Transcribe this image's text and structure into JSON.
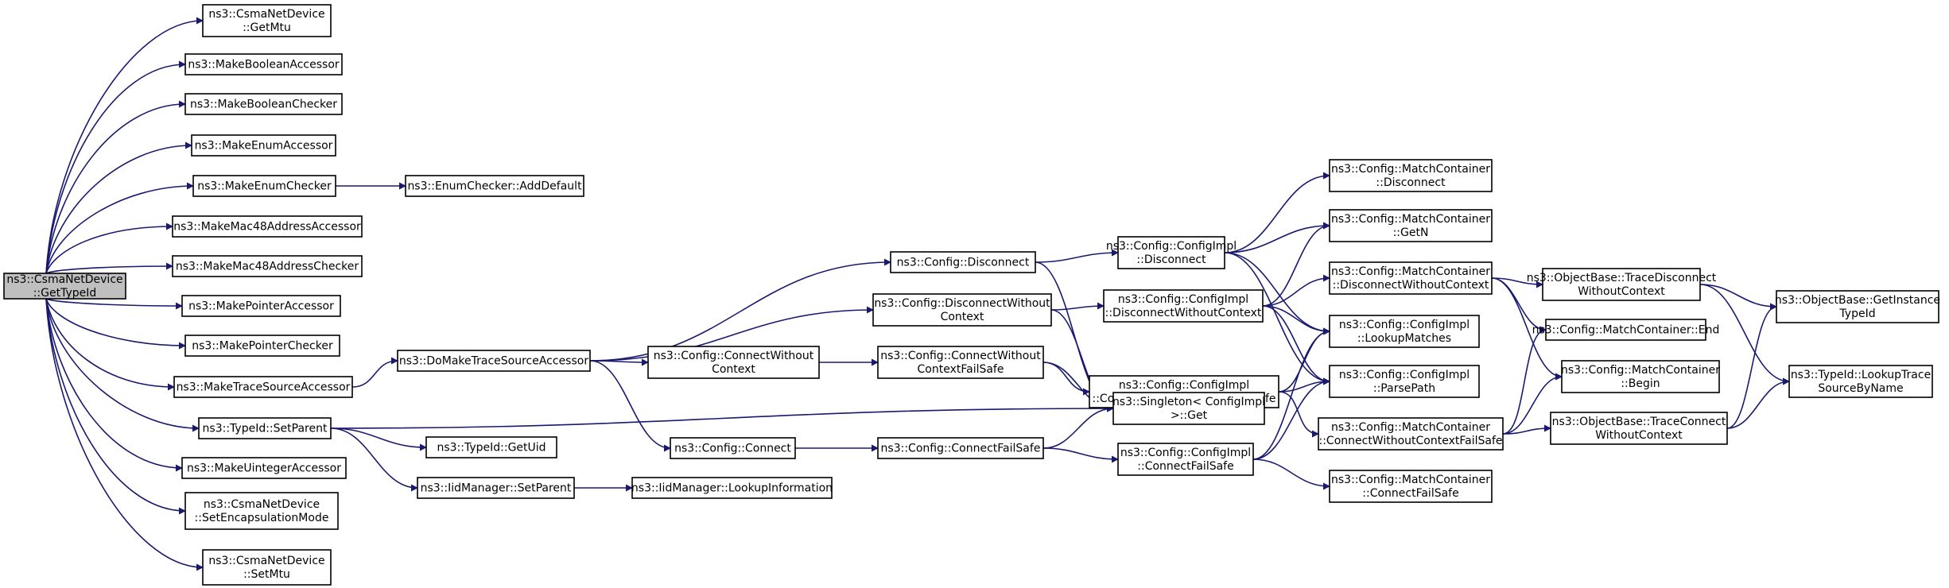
{
  "colors": {
    "edge": "#191970",
    "root_fill": "#bfbfbf",
    "node_fill": "#ffffff",
    "node_border": "#000000"
  },
  "nodes": [
    {
      "id": "getTypeId",
      "lines": [
        "ns3::CsmaNetDevice",
        "::GetTypeId"
      ],
      "root": true
    },
    {
      "id": "getMtu",
      "lines": [
        "ns3::CsmaNetDevice",
        "::GetMtu"
      ]
    },
    {
      "id": "mkBoolAcc",
      "lines": [
        "ns3::MakeBooleanAccessor"
      ]
    },
    {
      "id": "mkBoolChk",
      "lines": [
        "ns3::MakeBooleanChecker"
      ]
    },
    {
      "id": "mkEnumAcc",
      "lines": [
        "ns3::MakeEnumAccessor"
      ]
    },
    {
      "id": "mkEnumChk",
      "lines": [
        "ns3::MakeEnumChecker"
      ]
    },
    {
      "id": "enumAddDef",
      "lines": [
        "ns3::EnumChecker::AddDefault"
      ]
    },
    {
      "id": "mkMacAcc",
      "lines": [
        "ns3::MakeMac48AddressAccessor"
      ]
    },
    {
      "id": "mkMacChk",
      "lines": [
        "ns3::MakeMac48AddressChecker"
      ]
    },
    {
      "id": "mkPtrAcc",
      "lines": [
        "ns3::MakePointerAccessor"
      ]
    },
    {
      "id": "mkPtrChk",
      "lines": [
        "ns3::MakePointerChecker"
      ]
    },
    {
      "id": "mkTraceAcc",
      "lines": [
        "ns3::MakeTraceSourceAccessor"
      ]
    },
    {
      "id": "doMakeTrace",
      "lines": [
        "ns3::DoMakeTraceSourceAccessor"
      ]
    },
    {
      "id": "setParent",
      "lines": [
        "ns3::TypeId::SetParent"
      ]
    },
    {
      "id": "getUid",
      "lines": [
        "ns3::TypeId::GetUid"
      ]
    },
    {
      "id": "iidSetParent",
      "lines": [
        "ns3::IidManager::SetParent"
      ]
    },
    {
      "id": "iidLookup",
      "lines": [
        "ns3::IidManager::LookupInformation"
      ]
    },
    {
      "id": "mkUintAcc",
      "lines": [
        "ns3::MakeUintegerAccessor"
      ]
    },
    {
      "id": "setEncap",
      "lines": [
        "ns3::CsmaNetDevice",
        "::SetEncapsulationMode"
      ]
    },
    {
      "id": "setMtu",
      "lines": [
        "ns3::CsmaNetDevice",
        "::SetMtu"
      ]
    },
    {
      "id": "cfgDisconnect",
      "lines": [
        "ns3::Config::Disconnect"
      ]
    },
    {
      "id": "cfgDisconnectWo",
      "lines": [
        "ns3::Config::DisconnectWithout",
        "Context"
      ]
    },
    {
      "id": "cfgConnectWo",
      "lines": [
        "ns3::Config::ConnectWithout",
        "Context"
      ]
    },
    {
      "id": "cfgConnect",
      "lines": [
        "ns3::Config::Connect"
      ]
    },
    {
      "id": "cfgConnectWoFs",
      "lines": [
        "ns3::Config::ConnectWithout",
        "ContextFailSafe"
      ]
    },
    {
      "id": "cfgConnectFs",
      "lines": [
        "ns3::Config::ConnectFailSafe"
      ]
    },
    {
      "id": "implDisconnect",
      "lines": [
        "ns3::Config::ConfigImpl",
        "::Disconnect"
      ]
    },
    {
      "id": "implDisconnectWo",
      "lines": [
        "ns3::Config::ConfigImpl",
        "::DisconnectWithoutContext"
      ]
    },
    {
      "id": "implConnectWoFs",
      "lines": [
        "ns3::Config::ConfigImpl",
        "::ConnectWithoutContextFailSafe"
      ]
    },
    {
      "id": "singletonGet",
      "lines": [
        "ns3::Singleton< ConfigImpl",
        " >::Get"
      ]
    },
    {
      "id": "implConnectFs",
      "lines": [
        "ns3::Config::ConfigImpl",
        "::ConnectFailSafe"
      ]
    },
    {
      "id": "mcDisconnect",
      "lines": [
        "ns3::Config::MatchContainer",
        "::Disconnect"
      ]
    },
    {
      "id": "mcGetN",
      "lines": [
        "ns3::Config::MatchContainer",
        "::GetN"
      ]
    },
    {
      "id": "mcDisconnectWo",
      "lines": [
        "ns3::Config::MatchContainer",
        "::DisconnectWithoutContext"
      ]
    },
    {
      "id": "implLookup",
      "lines": [
        "ns3::Config::ConfigImpl",
        "::LookupMatches"
      ]
    },
    {
      "id": "implParse",
      "lines": [
        "ns3::Config::ConfigImpl",
        "::ParsePath"
      ]
    },
    {
      "id": "mcConnectWoFs",
      "lines": [
        "ns3::Config::MatchContainer",
        "::ConnectWithoutContextFailSafe"
      ]
    },
    {
      "id": "mcConnectFs",
      "lines": [
        "ns3::Config::MatchContainer",
        "::ConnectFailSafe"
      ]
    },
    {
      "id": "obTraceDisWo",
      "lines": [
        "ns3::ObjectBase::TraceDisconnect",
        "WithoutContext"
      ]
    },
    {
      "id": "mcEnd",
      "lines": [
        "ns3::Config::MatchContainer::End"
      ]
    },
    {
      "id": "mcBegin",
      "lines": [
        "ns3::Config::MatchContainer",
        "::Begin"
      ]
    },
    {
      "id": "obTraceConWo",
      "lines": [
        "ns3::ObjectBase::TraceConnect",
        "WithoutContext"
      ]
    },
    {
      "id": "obGetInstance",
      "lines": [
        "ns3::ObjectBase::GetInstance",
        "TypeId"
      ]
    },
    {
      "id": "tidLookupTrace",
      "lines": [
        "ns3::TypeId::LookupTrace",
        "SourceByName"
      ]
    }
  ],
  "edges": [
    [
      "getTypeId",
      "getMtu"
    ],
    [
      "getTypeId",
      "mkBoolAcc"
    ],
    [
      "getTypeId",
      "mkBoolChk"
    ],
    [
      "getTypeId",
      "mkEnumAcc"
    ],
    [
      "getTypeId",
      "mkEnumChk"
    ],
    [
      "getTypeId",
      "mkMacAcc"
    ],
    [
      "getTypeId",
      "mkMacChk"
    ],
    [
      "getTypeId",
      "mkPtrAcc"
    ],
    [
      "getTypeId",
      "mkPtrChk"
    ],
    [
      "getTypeId",
      "mkTraceAcc"
    ],
    [
      "getTypeId",
      "setParent"
    ],
    [
      "getTypeId",
      "mkUintAcc"
    ],
    [
      "getTypeId",
      "setEncap"
    ],
    [
      "getTypeId",
      "setMtu"
    ],
    [
      "mkEnumChk",
      "enumAddDef"
    ],
    [
      "mkTraceAcc",
      "doMakeTrace"
    ],
    [
      "setParent",
      "getUid"
    ],
    [
      "setParent",
      "iidSetParent"
    ],
    [
      "setParent",
      "singletonGet"
    ],
    [
      "iidSetParent",
      "iidLookup"
    ],
    [
      "doMakeTrace",
      "cfgDisconnect"
    ],
    [
      "doMakeTrace",
      "cfgDisconnectWo"
    ],
    [
      "doMakeTrace",
      "cfgConnectWo"
    ],
    [
      "doMakeTrace",
      "cfgConnect"
    ],
    [
      "cfgDisconnect",
      "implDisconnect"
    ],
    [
      "cfgDisconnect",
      "singletonGet"
    ],
    [
      "cfgDisconnectWo",
      "implDisconnectWo"
    ],
    [
      "cfgDisconnectWo",
      "singletonGet"
    ],
    [
      "cfgConnectWo",
      "cfgConnectWoFs"
    ],
    [
      "cfgConnect",
      "cfgConnectFs"
    ],
    [
      "cfgConnectWoFs",
      "implConnectWoFs"
    ],
    [
      "cfgConnectWoFs",
      "singletonGet"
    ],
    [
      "cfgConnectFs",
      "singletonGet"
    ],
    [
      "cfgConnectFs",
      "implConnectFs"
    ],
    [
      "implDisconnect",
      "mcDisconnect"
    ],
    [
      "implDisconnect",
      "mcGetN"
    ],
    [
      "implDisconnect",
      "implLookup"
    ],
    [
      "implDisconnect",
      "implParse"
    ],
    [
      "implDisconnectWo",
      "mcGetN"
    ],
    [
      "implDisconnectWo",
      "mcDisconnectWo"
    ],
    [
      "implDisconnectWo",
      "implLookup"
    ],
    [
      "implDisconnectWo",
      "implParse"
    ],
    [
      "implConnectWoFs",
      "implLookup"
    ],
    [
      "implConnectWoFs",
      "implParse"
    ],
    [
      "implConnectWoFs",
      "mcConnectWoFs"
    ],
    [
      "implConnectFs",
      "implLookup"
    ],
    [
      "implConnectFs",
      "implParse"
    ],
    [
      "implConnectFs",
      "mcConnectFs"
    ],
    [
      "mcDisconnectWo",
      "obTraceDisWo"
    ],
    [
      "mcDisconnectWo",
      "mcEnd"
    ],
    [
      "mcDisconnectWo",
      "mcBegin"
    ],
    [
      "mcConnectWoFs",
      "mcEnd"
    ],
    [
      "mcConnectWoFs",
      "mcBegin"
    ],
    [
      "mcConnectWoFs",
      "obTraceConWo"
    ],
    [
      "obTraceDisWo",
      "obGetInstance"
    ],
    [
      "obTraceDisWo",
      "tidLookupTrace"
    ],
    [
      "obTraceConWo",
      "obGetInstance"
    ],
    [
      "obTraceConWo",
      "tidLookupTrace"
    ]
  ]
}
